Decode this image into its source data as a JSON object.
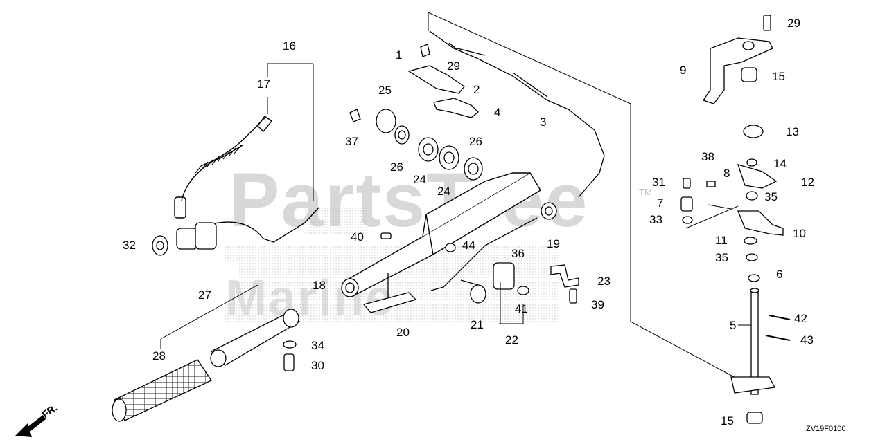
{
  "diagram": {
    "watermark_main": "PartsTree",
    "watermark_tm": "TM",
    "watermark_sub": "Marine",
    "direction_label": "FR.",
    "diagram_code": "ZV19F0100"
  },
  "callouts": [
    "1",
    "2",
    "3",
    "4",
    "5",
    "6",
    "7",
    "8",
    "9",
    "10",
    "11",
    "12",
    "13",
    "14",
    "15",
    "15",
    "15",
    "16",
    "17",
    "18",
    "19",
    "20",
    "21",
    "22",
    "23",
    "24",
    "24",
    "25",
    "26",
    "26",
    "27",
    "28",
    "29",
    "29",
    "30",
    "31",
    "32",
    "33",
    "34",
    "35",
    "35",
    "36",
    "37",
    "38",
    "39",
    "40",
    "41",
    "42",
    "43",
    "44"
  ]
}
